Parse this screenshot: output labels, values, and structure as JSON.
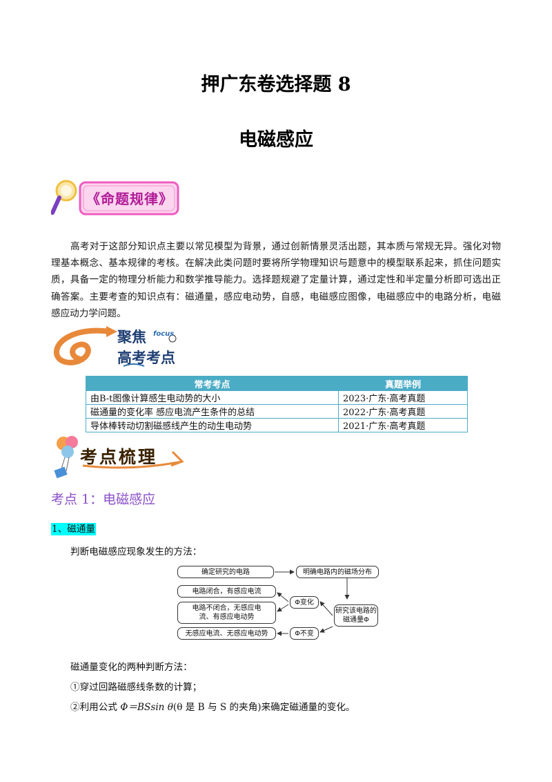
{
  "title": "押广东卷选择题 8",
  "subtitle": "电磁感应",
  "banner_mingti": "《命题规律》",
  "intro": "高考对于这部分知识点主要以常见模型为背景，通过创新情景灵活出题，其本质与常规无异。强化对物理基本概念、基本规律的考核。在解决此类问题时要将所学物理知识与题意中的模型联系起来，抓住问题实质，具备一定的物理分析能力和数学推导能力。选择题规避了定量计算，通过定性和半定量分析即可选出正确答案。主要考查的知识点有：磁通量，感应电动势，自感，电磁感应图像，电磁感应中的电路分析，电磁感应动力学问题。",
  "banner_focus": {
    "line1": "聚焦",
    "tag": "focus",
    "line2": "高考考点"
  },
  "table": {
    "headers": [
      "常考考点",
      "真题举例"
    ],
    "rows": [
      [
        "由B-t图像计算感生电动势的大小",
        "2023·广东·高考真题"
      ],
      [
        "磁通量的变化率  感应电流产生条件的总结",
        "2022·广东·高考真题"
      ],
      [
        "导体棒转动切割磁感线产生的动生电动势",
        "2021·广东·高考真题"
      ]
    ]
  },
  "banner_kaodian": "考点梳理",
  "section_heading": "考点 1：电磁感应",
  "sub_heading": "1、磁通量",
  "line1": "判断电磁感应现象发生的方法：",
  "flow": {
    "box1": "确定研究的电路",
    "box2": "明确电路内的磁场分布",
    "box3": "研究该电路的磁通量Φ",
    "box4": "Φ变化",
    "box5": "Φ不变",
    "box6": "电路闭合，有感应电流",
    "box7": "电路不闭合，无感应电流、有感应电动势",
    "box8": "无感应电流、无感应电动势"
  },
  "line2": "磁通量变化的两种判断方法：",
  "line3": "①穿过回路磁感线条数的计算；",
  "line4": {
    "prefix": "②利用公式 ",
    "formula": "Φ＝BSsin θ",
    "middle": "(θ 是 B 与 S 的夹角)",
    "suffix": "来确定磁通量的变化。"
  }
}
